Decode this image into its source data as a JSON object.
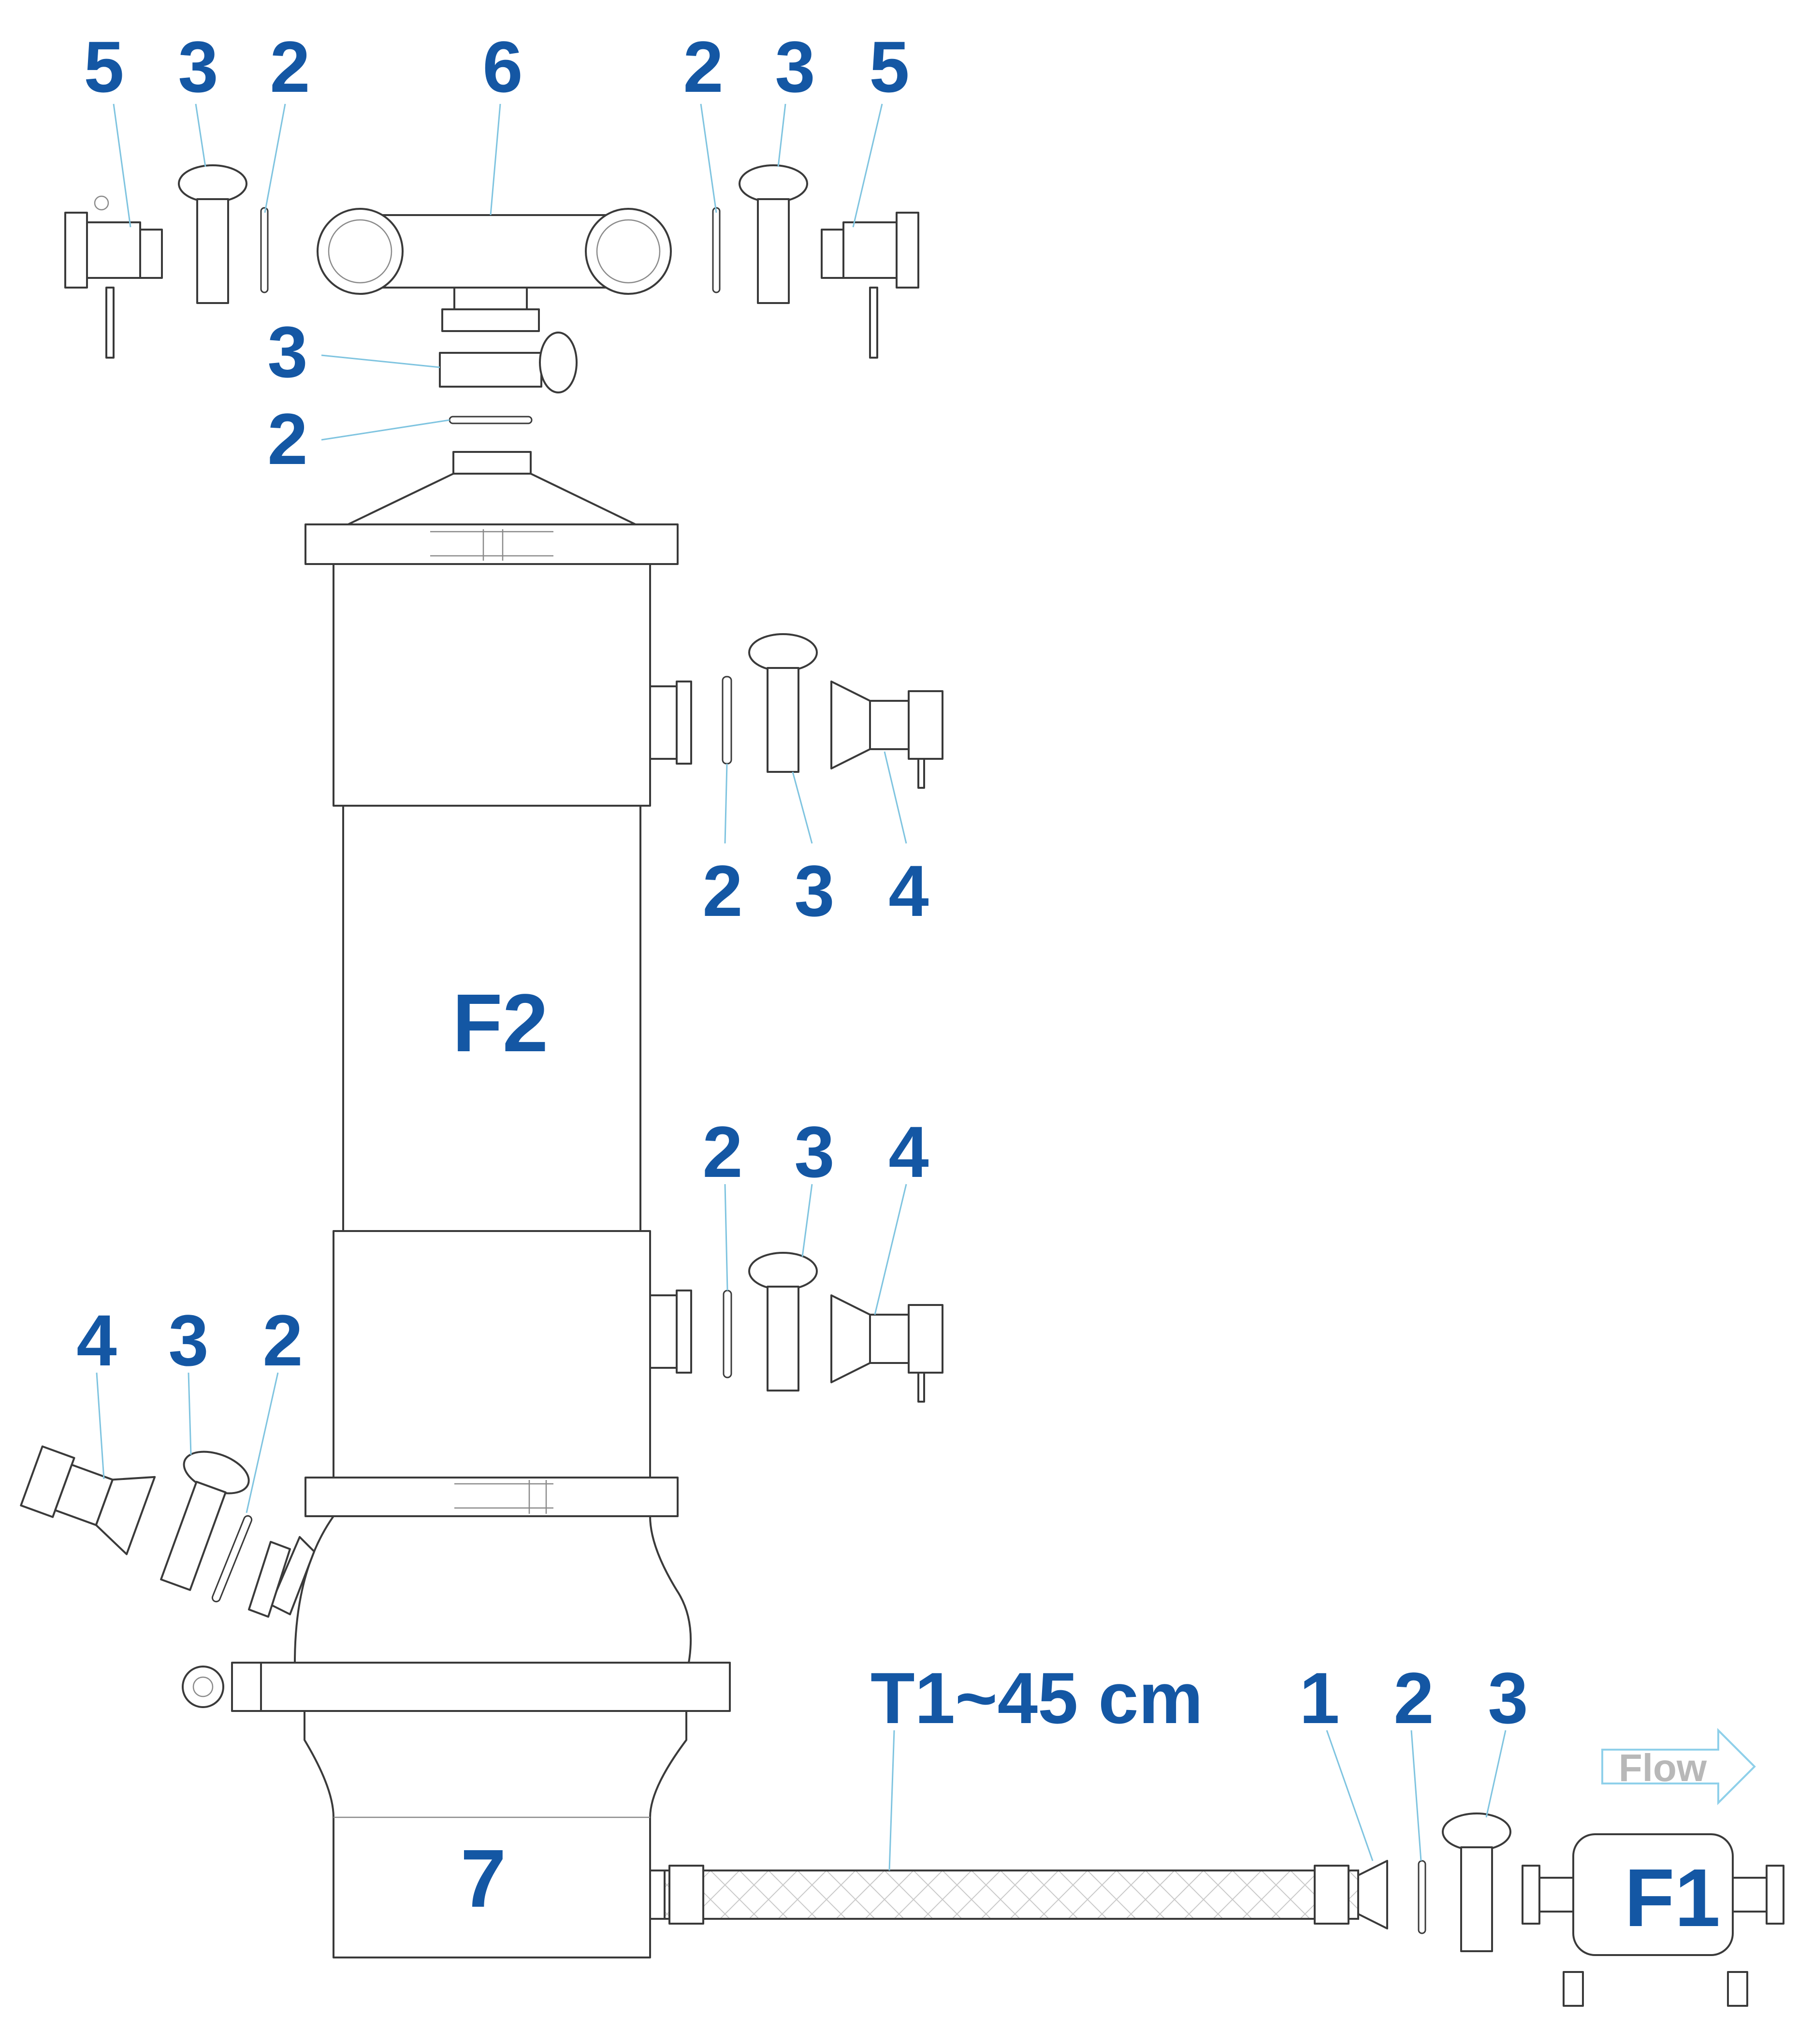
{
  "labels": {
    "top_left_5": "5",
    "top_left_3": "3",
    "top_left_2": "2",
    "top_6": "6",
    "top_right_2": "2",
    "top_right_3": "3",
    "top_right_5": "5",
    "top_center_3": "3",
    "top_center_2": "2",
    "upper_side_2": "2",
    "upper_side_3": "3",
    "upper_side_4": "4",
    "vessel_f2": "F2",
    "lower_side_2": "2",
    "lower_side_3": "3",
    "lower_side_4": "4",
    "bottom_left_4": "4",
    "bottom_left_3": "3",
    "bottom_left_2": "2",
    "hose_t1": "T1~45 cm",
    "outlet_1": "1",
    "outlet_2": "2",
    "outlet_3": "3",
    "base_7": "7",
    "filter_f1": "F1"
  },
  "flow_label": "Flow",
  "colors": {
    "callout": "#1457a4",
    "leader": "#7fc4e0",
    "outline": "#3a3a3a",
    "flow_text": "#b8b8b8",
    "flow_arrow_outline": "#8fd0ea"
  }
}
